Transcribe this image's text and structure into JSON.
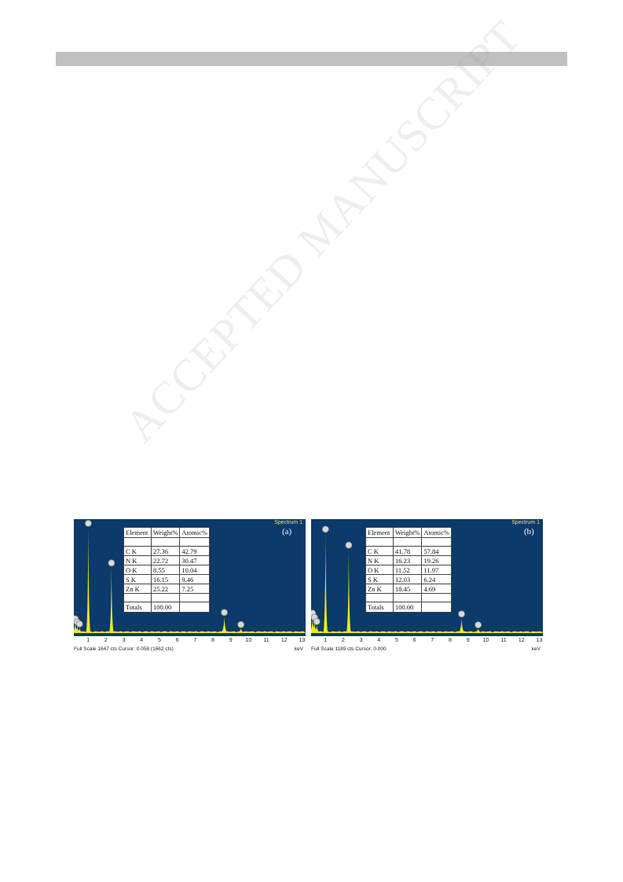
{
  "watermark": "ACCEPTED MANUSCRIPT",
  "figure": {
    "panels": [
      {
        "label": "(a)",
        "spectrum": "Spectrum 1",
        "footer": "Full Scale 1647 cts Cursor: 0.058  (1662 cts)",
        "axis_unit": "keV",
        "ticks": [
          "1",
          "2",
          "3",
          "4",
          "5",
          "6",
          "7",
          "8",
          "9",
          "10",
          "11",
          "12",
          "13"
        ],
        "table": {
          "headers": [
            "Element",
            "Weight%",
            "Atomic%"
          ],
          "rows": [
            [
              "C K",
              "27.36",
              "42.79"
            ],
            [
              "N K",
              "22.72",
              "30.47"
            ],
            [
              "O K",
              "8.55",
              "10.04"
            ],
            [
              "S K",
              "16.15",
              "9.46"
            ],
            [
              "Zn K",
              "25.22",
              "7.25"
            ]
          ],
          "totals": [
            "Totals",
            "100.00"
          ]
        }
      },
      {
        "label": "(b)",
        "spectrum": "Spectrum 1",
        "footer": "Full Scale 1189 cts Cursor: 0.000",
        "axis_unit": "keV",
        "ticks": [
          "1",
          "2",
          "3",
          "4",
          "5",
          "6",
          "7",
          "8",
          "9",
          "10",
          "11",
          "12",
          "13"
        ],
        "table": {
          "headers": [
            "Element",
            "Weight%",
            "Atomic%"
          ],
          "rows": [
            [
              "C K",
              "41.78",
              "57.84"
            ],
            [
              "N K",
              "16.23",
              "19.26"
            ],
            [
              "O K",
              "11.52",
              "11.97"
            ],
            [
              "S K",
              "12.03",
              "6.24"
            ],
            [
              "Zn K",
              "18.45",
              "4.69"
            ]
          ],
          "totals": [
            "Totals",
            "100.00"
          ]
        }
      }
    ]
  },
  "colors": {
    "plot_background": "#0b3a6b",
    "spectrum_fill": "#f2ea1a",
    "marker": "#d8d8d8"
  },
  "chart_data": [
    {
      "type": "area",
      "xlabel": "keV",
      "xlim": [
        0.2,
        13.2
      ],
      "ylim": [
        0,
        1700
      ],
      "peaks": [
        {
          "x": 0.28,
          "y": 160
        },
        {
          "x": 0.39,
          "y": 110
        },
        {
          "x": 0.52,
          "y": 80
        },
        {
          "x": 1.01,
          "y": 1647
        },
        {
          "x": 2.31,
          "y": 1030
        },
        {
          "x": 8.64,
          "y": 260
        },
        {
          "x": 9.57,
          "y": 70
        }
      ]
    },
    {
      "type": "area",
      "xlabel": "keV",
      "xlim": [
        0.2,
        13.2
      ],
      "ylim": [
        0,
        1300
      ],
      "peaks": [
        {
          "x": 0.28,
          "y": 190
        },
        {
          "x": 0.39,
          "y": 140
        },
        {
          "x": 0.52,
          "y": 90
        },
        {
          "x": 1.01,
          "y": 1189
        },
        {
          "x": 2.31,
          "y": 1000
        },
        {
          "x": 8.64,
          "y": 180
        },
        {
          "x": 9.57,
          "y": 50
        }
      ]
    }
  ]
}
